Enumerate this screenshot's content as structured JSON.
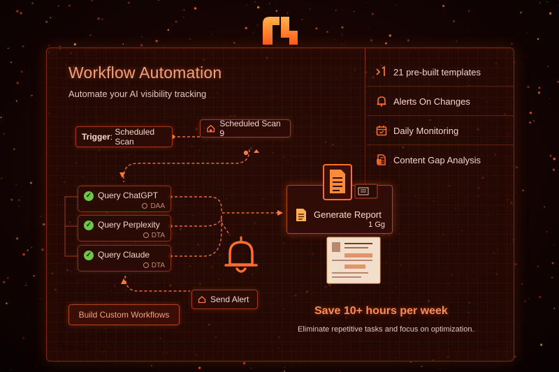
{
  "header": {
    "title": "Workflow Automation",
    "subtitle": "Automate your AI visibility tracking"
  },
  "features": [
    {
      "icon": "template-icon",
      "label": "21 pre-built templates",
      "glyph": "⌁"
    },
    {
      "icon": "bell-icon",
      "label": "Alerts On Changes"
    },
    {
      "icon": "calendar-icon",
      "label": "Daily Monitoring"
    },
    {
      "icon": "document-icon",
      "label": "Content Gap Analysis"
    }
  ],
  "workflow": {
    "trigger_label": "Trigger",
    "trigger_value": "Scheduled Scan",
    "scheduled_chip": "Scheduled Scan 9",
    "queries": [
      {
        "label": "Query ChatGPT",
        "tag": "DAA"
      },
      {
        "label": "Query Perplexity",
        "tag": "DTA"
      },
      {
        "label": "Query Claude",
        "tag": "DTA"
      }
    ],
    "report_label": "Generate Report",
    "report_size": "1 Gg",
    "alert_label": "Send Alert"
  },
  "cta": {
    "build_button": "Build Custom Workflows"
  },
  "promo": {
    "headline": "Save 10+ hours per week",
    "body": "Eliminate repetitive tasks and focus on optimization."
  },
  "colors": {
    "accent": "#ff6d2f",
    "check": "#6ec54a"
  }
}
